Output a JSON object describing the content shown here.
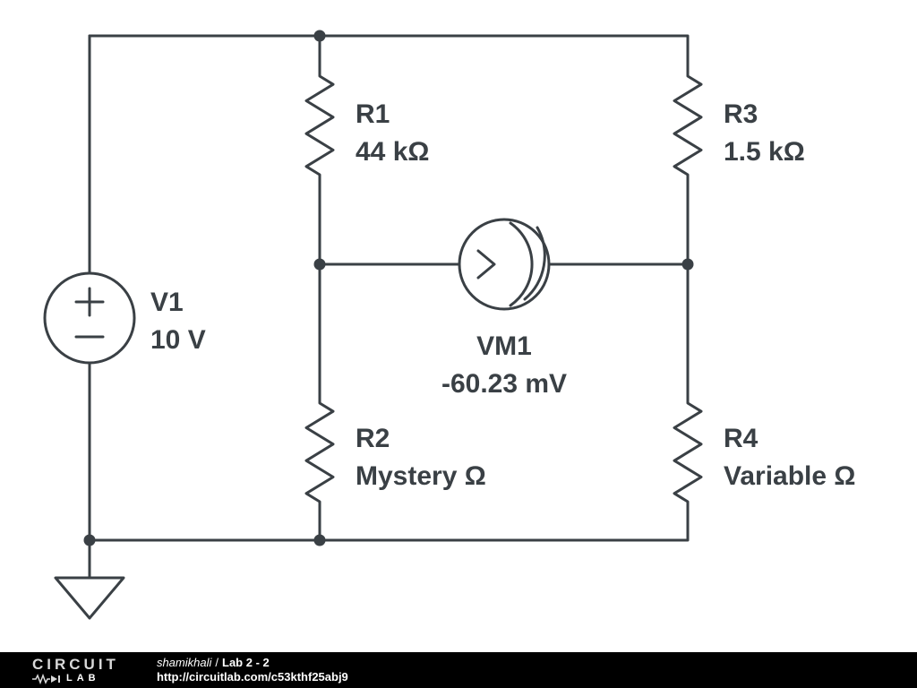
{
  "schematic": {
    "v1": {
      "name": "V1",
      "value": "10 V"
    },
    "r1": {
      "name": "R1",
      "value": "44 kΩ"
    },
    "r2": {
      "name": "R2",
      "value": "Mystery Ω"
    },
    "r3": {
      "name": "R3",
      "value": "1.5 kΩ"
    },
    "r4": {
      "name": "R4",
      "value": "Variable Ω"
    },
    "vm1": {
      "name": "VM1",
      "value": "-60.23 mV"
    }
  },
  "colors": {
    "wire": "#3a4045",
    "label": "#3a4045",
    "background": "#ffffff",
    "footer_bg": "#000000",
    "footer_text": "#ffffff"
  },
  "footer": {
    "logo_top": "CIRCUIT",
    "logo_bottom": "LAB",
    "author": "shamikhali",
    "separator": "/",
    "project": "Lab 2 - 2",
    "url": "http://circuitlab.com/c53kthf25abj9"
  }
}
